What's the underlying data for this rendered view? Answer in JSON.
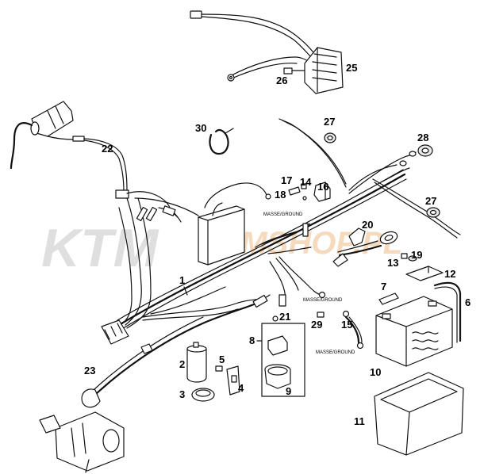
{
  "watermark": {
    "logo": "KTM",
    "site": "KTMSHOP.PL",
    "color": "#dcdcdc",
    "accent": "#f4d6b8"
  },
  "ground_label": "MASSE/GROUND",
  "callouts": [
    "1",
    "2",
    "3",
    "4",
    "5",
    "6",
    "7",
    "8",
    "9",
    "10",
    "11",
    "12",
    "13",
    "14",
    "15",
    "16",
    "17",
    "18",
    "19",
    "20",
    "21",
    "22",
    "23",
    "25",
    "26",
    "27",
    "27",
    "28",
    "29",
    "30"
  ]
}
